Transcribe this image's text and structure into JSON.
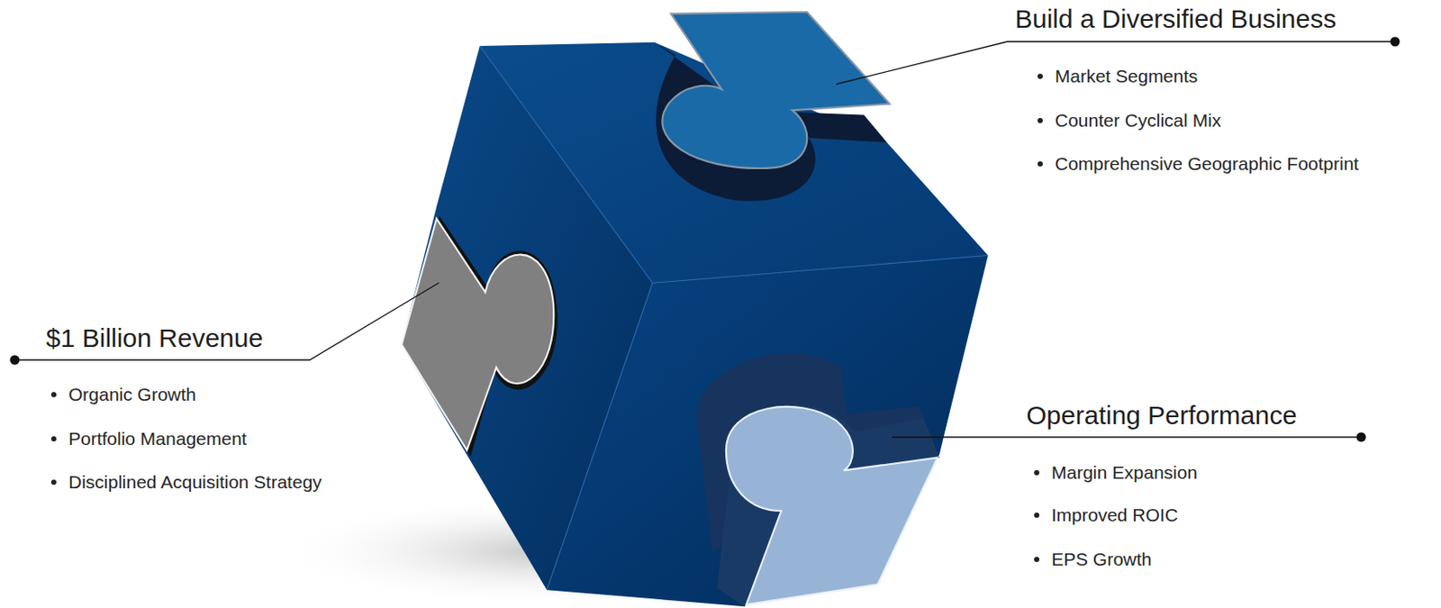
{
  "diagram": {
    "labels": [
      "Build a Diversified Business",
      "Market Segments",
      "Counter Cyclical Mix",
      "Comprehensive Geographic Footprint",
      "$1 Billion Revenue",
      "Organic Growth",
      "Portfolio Management",
      "Disciplined Acquisition Strategy",
      "Operating Performance",
      "Margin Expansion",
      "Improved ROIC",
      "EPS Growth"
    ]
  }
}
